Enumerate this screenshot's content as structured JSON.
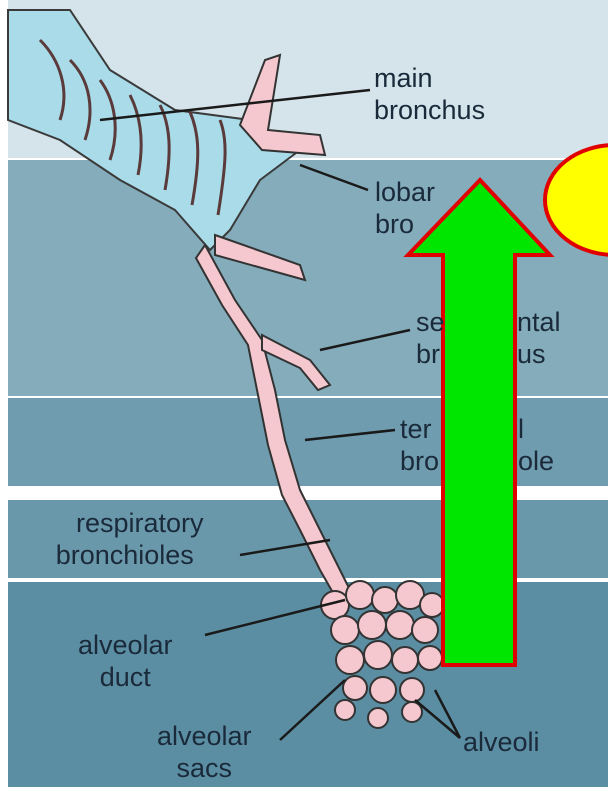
{
  "labels": {
    "main_bronchus": [
      "main",
      "bronchus"
    ],
    "lobar_bronchus": [
      "lobar",
      "bro"
    ],
    "segmental_bronchus": [
      "se",
      "ntal",
      "br",
      "us"
    ],
    "terminal_bronchiole": [
      "ter",
      "l",
      "bro",
      "ole"
    ],
    "respiratory_bronchioles": [
      "respiratory",
      "bronchioles"
    ],
    "alveolar_duct": [
      "alveolar",
      "duct"
    ],
    "alveolar_sacs": [
      "alveolar",
      "sacs"
    ],
    "alveoli": "alveoli"
  },
  "colors": {
    "band_light": "#cfe0e6",
    "band_mid": "#7fa9b8",
    "band_dark": "#5f8fa3",
    "airway_fill": "#f5c8cf",
    "cartilage": "#a9dbe8",
    "arrow_fill": "#00e600",
    "arrow_stroke": "#e00000",
    "oval_fill": "#ffff00",
    "oval_stroke": "#e00000"
  }
}
